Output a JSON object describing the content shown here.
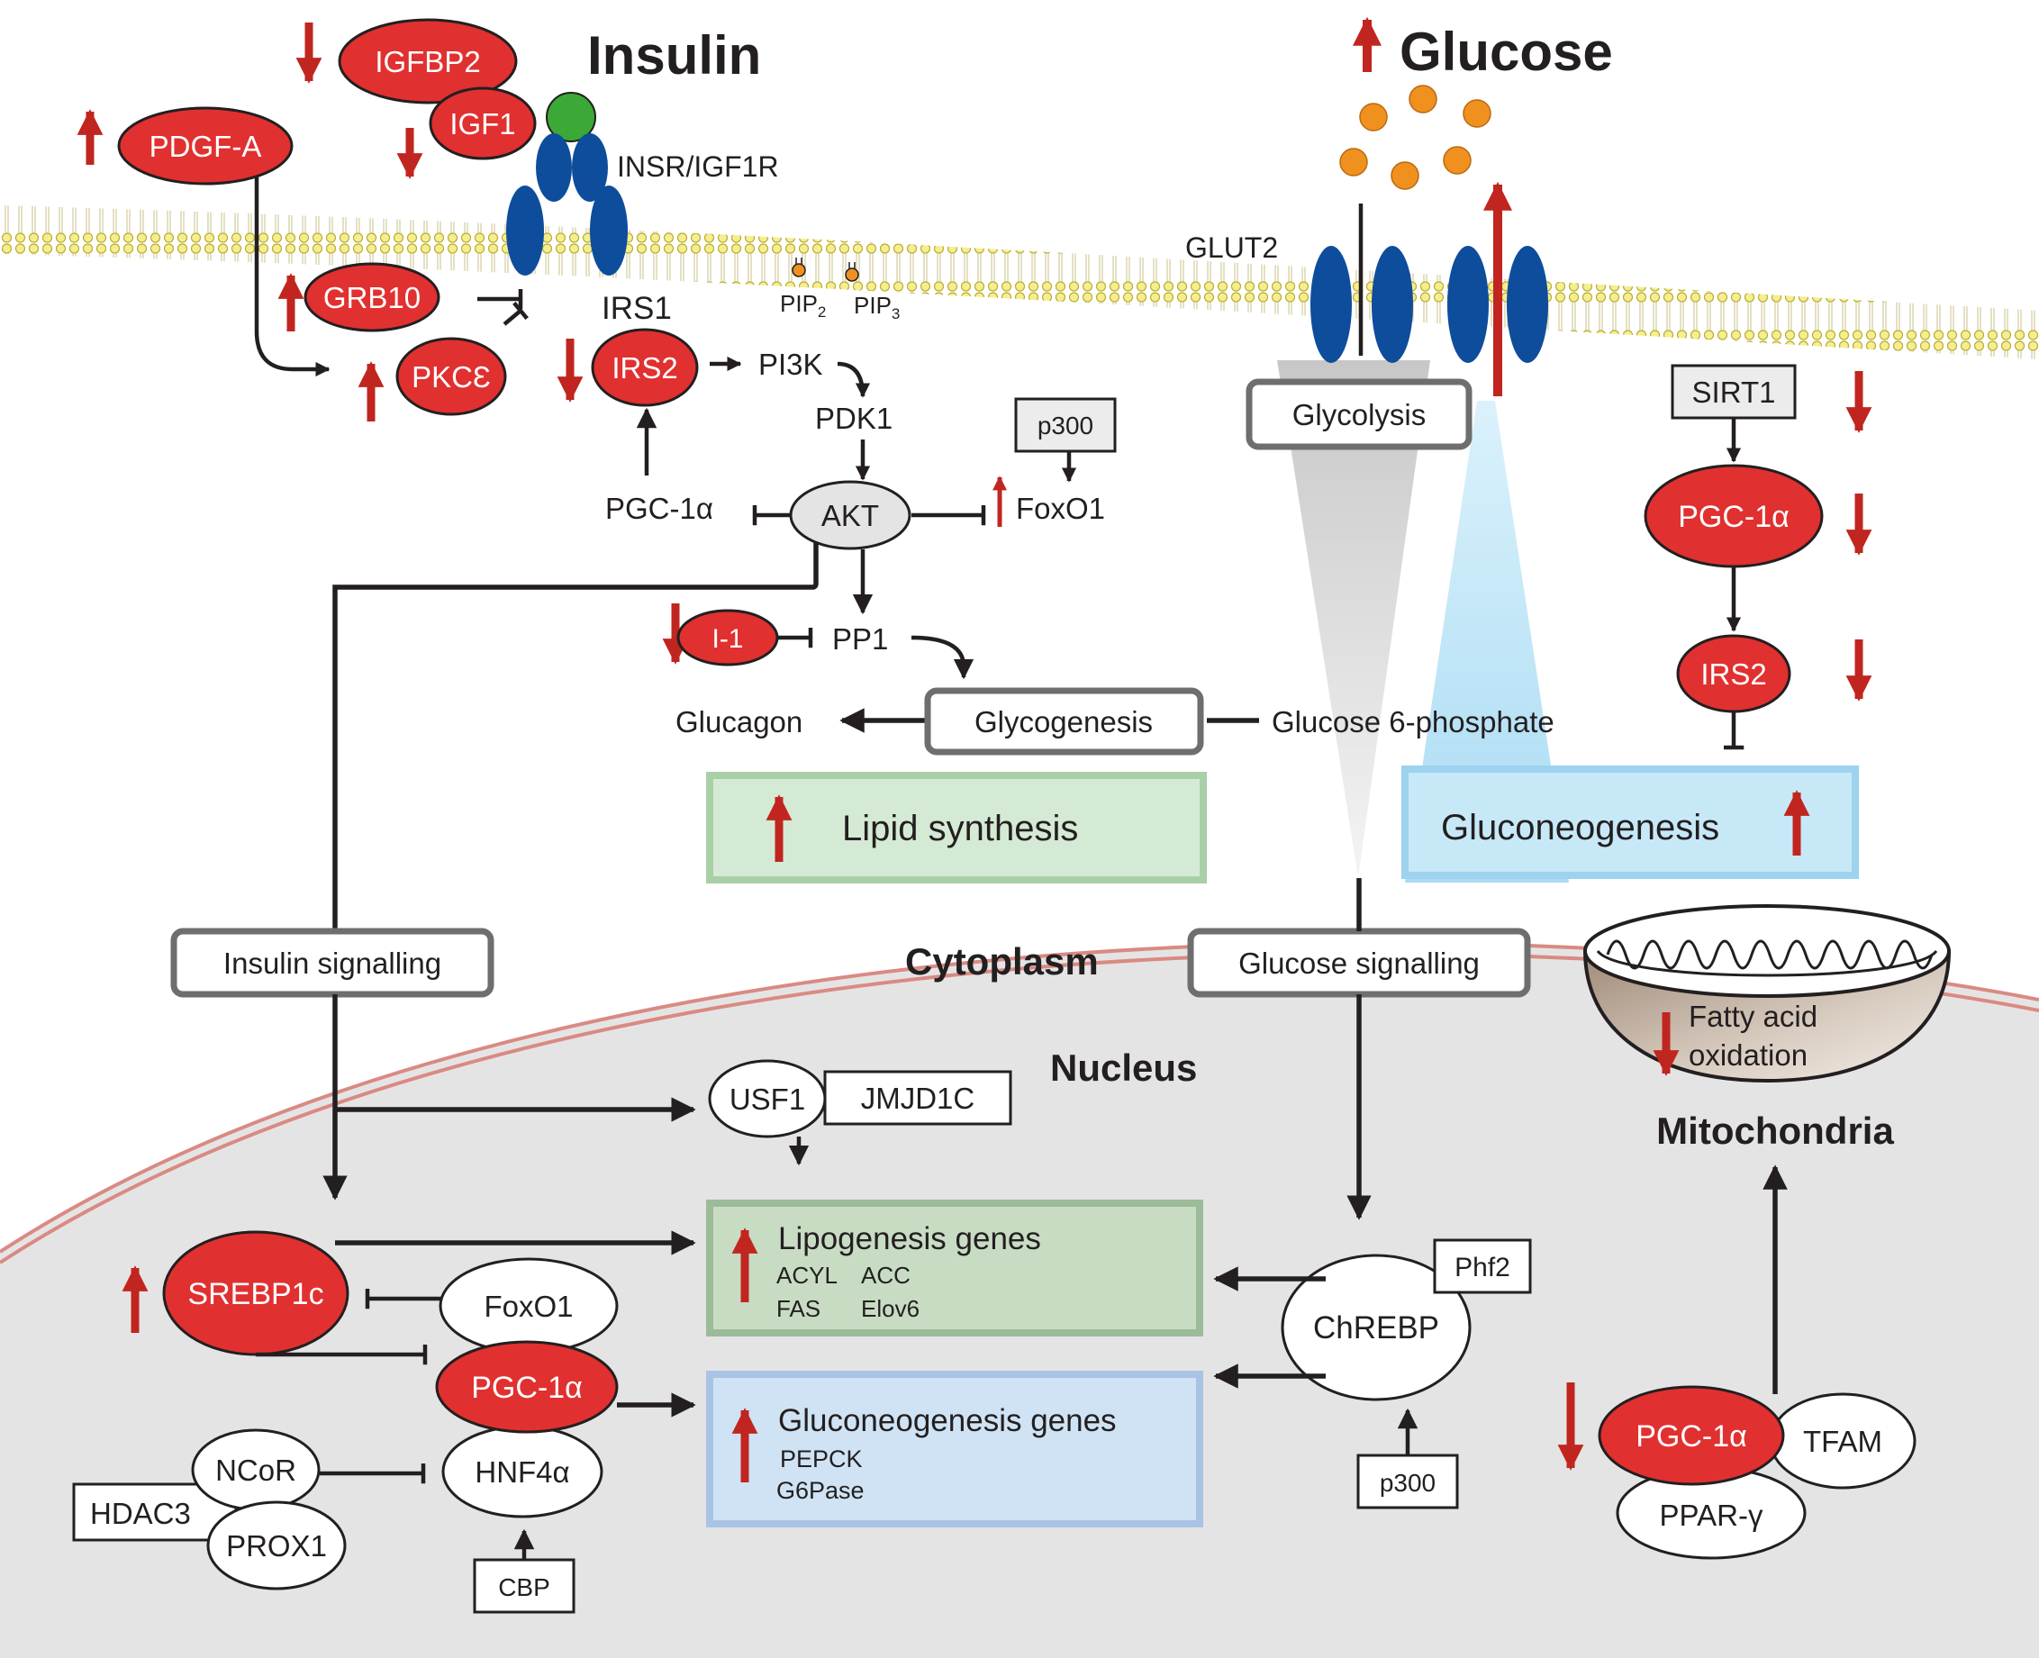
{
  "title_insulin": "Insulin",
  "title_glucose": "Glucose",
  "membrane": {
    "insr": "INSR/IGF1R",
    "glut2": "GLUT2",
    "pip2": "PIP",
    "pip2_sub": "2",
    "pip3": "PIP",
    "pip3_sub": "3"
  },
  "insulin_pathway": {
    "igfbp2": "IGFBP2",
    "igf1": "IGF1",
    "pdgfa": "PDGF-A",
    "grb10": "GRB10",
    "pkce": "PKCƐ",
    "irs1": "IRS1",
    "irs2": "IRS2",
    "pi3k": "PI3K",
    "pdk1": "PDK1",
    "pgc1a": "PGC-1α",
    "akt": "AKT",
    "p300": "p300",
    "foxo1": "FoxO1",
    "i1": "I-1",
    "pp1": "PP1",
    "glucagon": "Glucagon",
    "glycogenesis": "Glycogenesis",
    "g6p": "Glucose 6-phosphate",
    "glycolysis": "Glycolysis"
  },
  "processes": {
    "lipid_synthesis": "Lipid synthesis",
    "gluconeogenesis": "Gluconeogenesis"
  },
  "right_pathway": {
    "sirt1": "SIRT1",
    "pgc1a": "PGC-1α",
    "irs2": "IRS2"
  },
  "compartments": {
    "cytoplasm": "Cytoplasm",
    "nucleus": "Nucleus",
    "mitochondria": "Mitochondria",
    "insulin_signalling": "Insulin signalling",
    "glucose_signalling": "Glucose signalling"
  },
  "mito": {
    "fatty_acid": "Fatty acid",
    "oxidation": "oxidation"
  },
  "nucleus": {
    "usf1": "USF1",
    "jmjd1c": "JMJD1C",
    "lipogenesis_title": "Lipogenesis genes",
    "acyl": "ACYL",
    "acc": "ACC",
    "fas": "FAS",
    "elov6": "Elov6",
    "gng_title": "Gluconeogenesis genes",
    "pepck": "PEPCK",
    "g6pase": "G6Pase",
    "srebp1c": "SREBP1c",
    "foxo1": "FoxO1",
    "pgc1a": "PGC-1α",
    "hnf4a": "HNF4α",
    "ncor": "NCoR",
    "hdac3": "HDAC3",
    "prox1": "PROX1",
    "cbp": "CBP",
    "chrebp": "ChREBP",
    "phf2": "Phf2",
    "p300": "p300",
    "pgc1a_mito": "PGC-1α",
    "tfam": "TFAM",
    "pparg": "PPAR-γ"
  },
  "colors": {
    "regulated_up_down": "#c0261f",
    "node_red": "#e13030",
    "receptor": "#0e4d9c",
    "insulin_ligand": "#3aa935",
    "glucose_molecule": "#f0901e",
    "lipid_box": "#d5ead4",
    "gluconeo_box": "#c7e9f7",
    "nucleus_fill": "#e5e4e5"
  }
}
